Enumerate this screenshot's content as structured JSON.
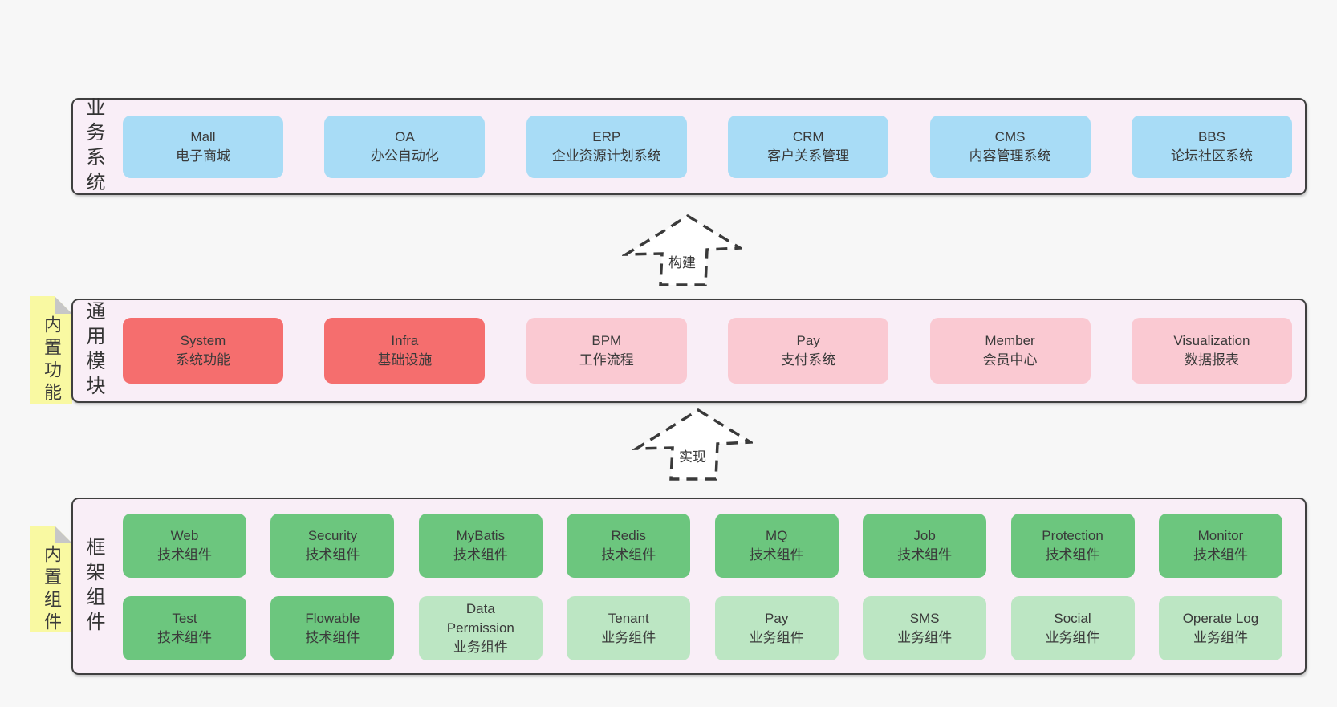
{
  "colors": {
    "background": "#f7f7f7",
    "panel_fill": "#f9eef7",
    "panel_border": "#3f3f3f",
    "box_blue": "#a8dcf6",
    "box_red": "#f56e6e",
    "box_pink": "#fac9d2",
    "box_green": "#6cc67e",
    "box_light_green": "#bce6c3",
    "tag_yellow": "#f9f9a2",
    "tag_fold_gray": "#c7c7c7",
    "text": "#3a3a3a"
  },
  "sections": {
    "business": {
      "label": "业务系统",
      "boxes": [
        {
          "title": "Mall",
          "subtitle": "电子商城",
          "color": "blue"
        },
        {
          "title": "OA",
          "subtitle": "办公自动化",
          "color": "blue"
        },
        {
          "title": "ERP",
          "subtitle": "企业资源计划系统",
          "color": "blue"
        },
        {
          "title": "CRM",
          "subtitle": "客户关系管理",
          "color": "blue"
        },
        {
          "title": "CMS",
          "subtitle": "内容管理系统",
          "color": "blue"
        },
        {
          "title": "BBS",
          "subtitle": "论坛社区系统",
          "color": "blue"
        }
      ]
    },
    "modules": {
      "label": "通用模块",
      "tag": "内置功能",
      "boxes": [
        {
          "title": "System",
          "subtitle": "系统功能",
          "color": "red"
        },
        {
          "title": "Infra",
          "subtitle": "基础设施",
          "color": "red"
        },
        {
          "title": "BPM",
          "subtitle": "工作流程",
          "color": "pink"
        },
        {
          "title": "Pay",
          "subtitle": "支付系统",
          "color": "pink"
        },
        {
          "title": "Member",
          "subtitle": "会员中心",
          "color": "pink"
        },
        {
          "title": "Visualization",
          "subtitle": "数据报表",
          "color": "pink"
        }
      ]
    },
    "framework": {
      "label": "框架组件",
      "tag": "内置组件",
      "rows": [
        [
          {
            "title": "Web",
            "subtitle": "技术组件",
            "color": "green"
          },
          {
            "title": "Security",
            "subtitle": "技术组件",
            "color": "green"
          },
          {
            "title": "MyBatis",
            "subtitle": "技术组件",
            "color": "green"
          },
          {
            "title": "Redis",
            "subtitle": "技术组件",
            "color": "green"
          },
          {
            "title": "MQ",
            "subtitle": "技术组件",
            "color": "green"
          },
          {
            "title": "Job",
            "subtitle": "技术组件",
            "color": "green"
          },
          {
            "title": "Protection",
            "subtitle": "技术组件",
            "color": "green"
          },
          {
            "title": "Monitor",
            "subtitle": "技术组件",
            "color": "green"
          }
        ],
        [
          {
            "title": "Test",
            "subtitle": "技术组件",
            "color": "green"
          },
          {
            "title": "Flowable",
            "subtitle": "技术组件",
            "color": "green"
          },
          {
            "title": "Data Permission",
            "subtitle": "业务组件",
            "color": "lightgreen"
          },
          {
            "title": "Tenant",
            "subtitle": "业务组件",
            "color": "lightgreen"
          },
          {
            "title": "Pay",
            "subtitle": "业务组件",
            "color": "lightgreen"
          },
          {
            "title": "SMS",
            "subtitle": "业务组件",
            "color": "lightgreen"
          },
          {
            "title": "Social",
            "subtitle": "业务组件",
            "color": "lightgreen"
          },
          {
            "title": "Operate Log",
            "subtitle": "业务组件",
            "color": "lightgreen"
          }
        ]
      ]
    }
  },
  "arrows": [
    {
      "label": "构建"
    },
    {
      "label": "实现"
    }
  ]
}
